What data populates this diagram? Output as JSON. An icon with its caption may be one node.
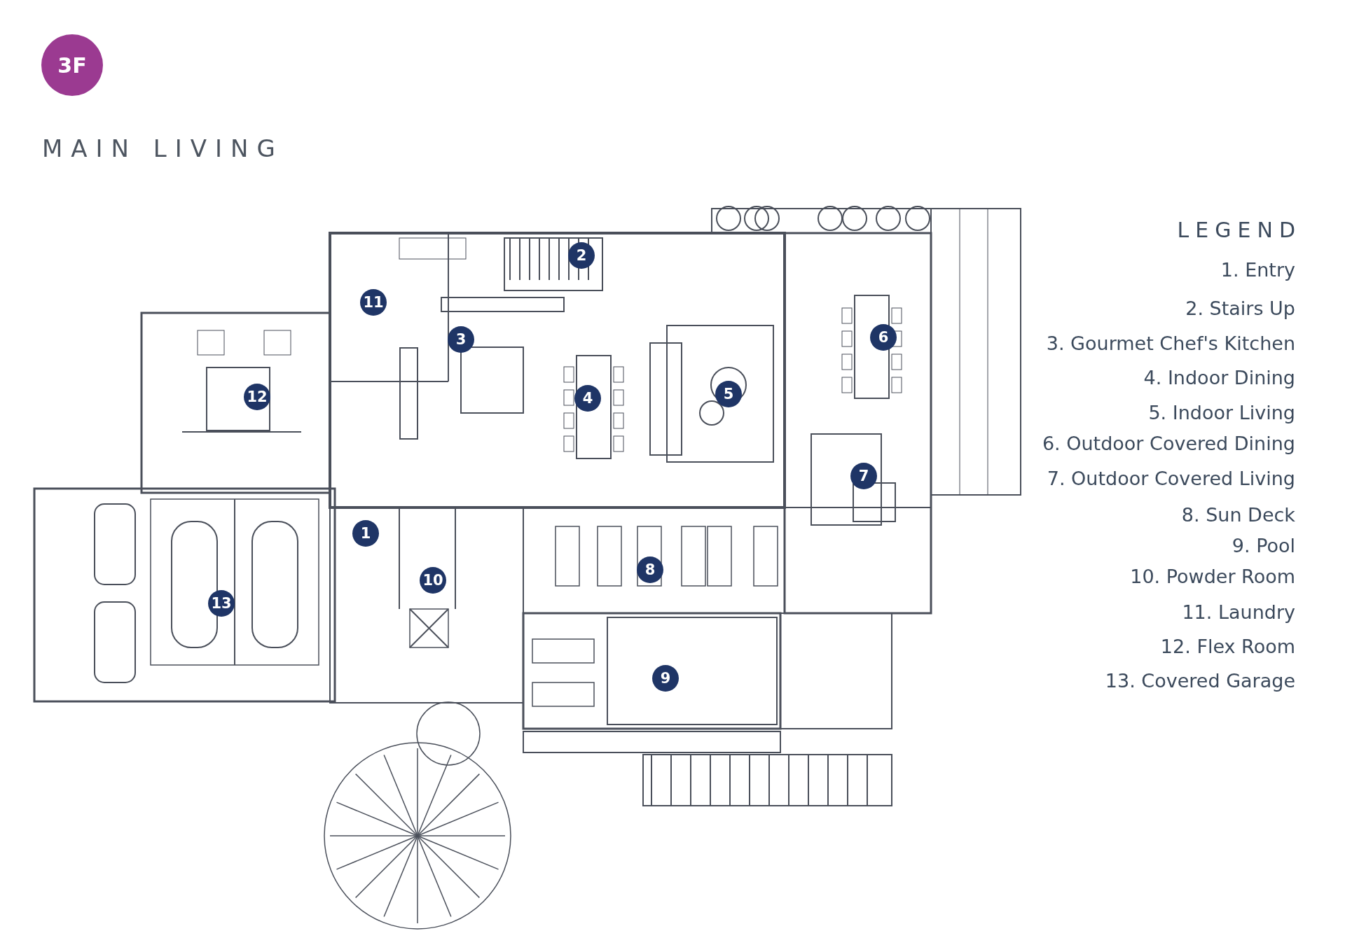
{
  "diagram": {
    "title": "MAIN LIVING",
    "nodes": [
      {
        "text": [
          "3F"
        ]
      }
    ],
    "labels": [
      "2",
      "11",
      "3",
      "6",
      "12",
      "5",
      "4",
      "7",
      "1",
      "10",
      "13",
      "8",
      "9",
      "LEGEND",
      "1. Entry",
      "2. Stairs Up",
      "3. Gourmet Chef's Kitchen",
      "4. Indoor Dining",
      "5. Indoor Living",
      "6. Outdoor Covered Dining",
      "7. Outdoor Covered Living",
      "8. Sun Deck",
      "9. Pool",
      "10. Powder Room",
      "11. Laundry",
      "12. Flex Room",
      "13. Covered Garage"
    ]
  }
}
